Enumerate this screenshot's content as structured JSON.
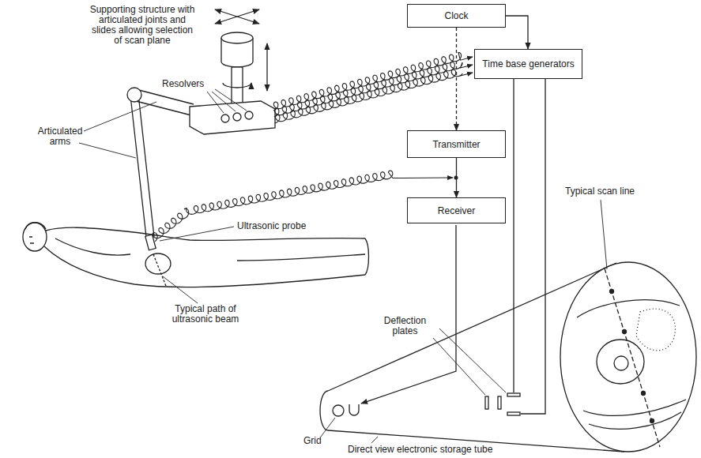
{
  "diagram": {
    "nodes": [
      {
        "text": [
          "Clock"
        ]
      },
      {
        "text": [
          "Time base generators"
        ]
      },
      {
        "text": [
          "Transmitter"
        ]
      },
      {
        "text": [
          "Receiver"
        ]
      }
    ],
    "edges": [
      {
        "from": 0,
        "to": 1,
        "arrow": "to"
      },
      {
        "from": 0,
        "to": 2,
        "arrow": "to"
      },
      {
        "from": 2,
        "to": 3,
        "arrow": "to"
      }
    ],
    "labels": [
      "Supporting structure with articulated joints and slides allowing selection of scan plane",
      "Resolvers",
      "Articulated arms",
      "Ultrasonic probe",
      "Typical path of ultrasonic beam",
      "Grid",
      "Direct view electronic storage tube",
      "Deflection plates",
      "Typical scan line"
    ]
  }
}
